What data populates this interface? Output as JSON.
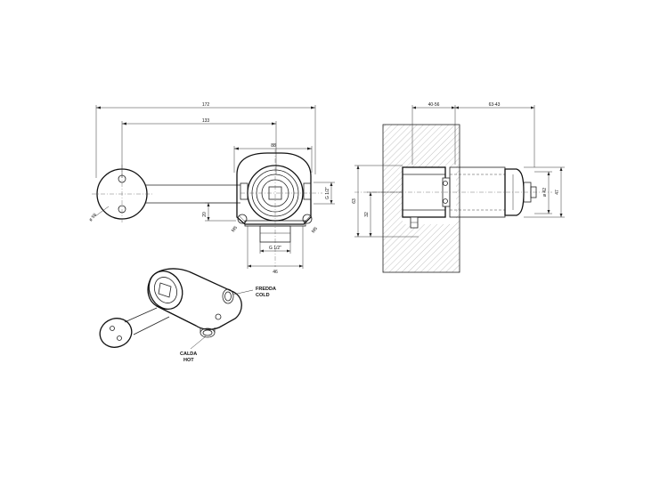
{
  "front_view": {
    "dims": {
      "overall_width": "172",
      "center_distance": "133",
      "body_width": "88",
      "offset": "20",
      "thread_bottom": "G 1/2\"",
      "thread_side": "G 1/2\"",
      "bottom_width": "46",
      "rosette_dia": "ø 58",
      "thread_m5_left": "M5",
      "thread_m5_right": "M5"
    }
  },
  "side_view": {
    "dims": {
      "wall_depth": "40-56",
      "spout_depth": "63-43",
      "height_total": "63",
      "height_lower": "32",
      "dia_47": "47",
      "dia_42": "ø 42"
    }
  },
  "iso_view": {
    "labels": {
      "cold_it": "FREDDA",
      "cold_en": "COLD",
      "hot_it": "CALDA",
      "hot_en": "HOT"
    }
  }
}
